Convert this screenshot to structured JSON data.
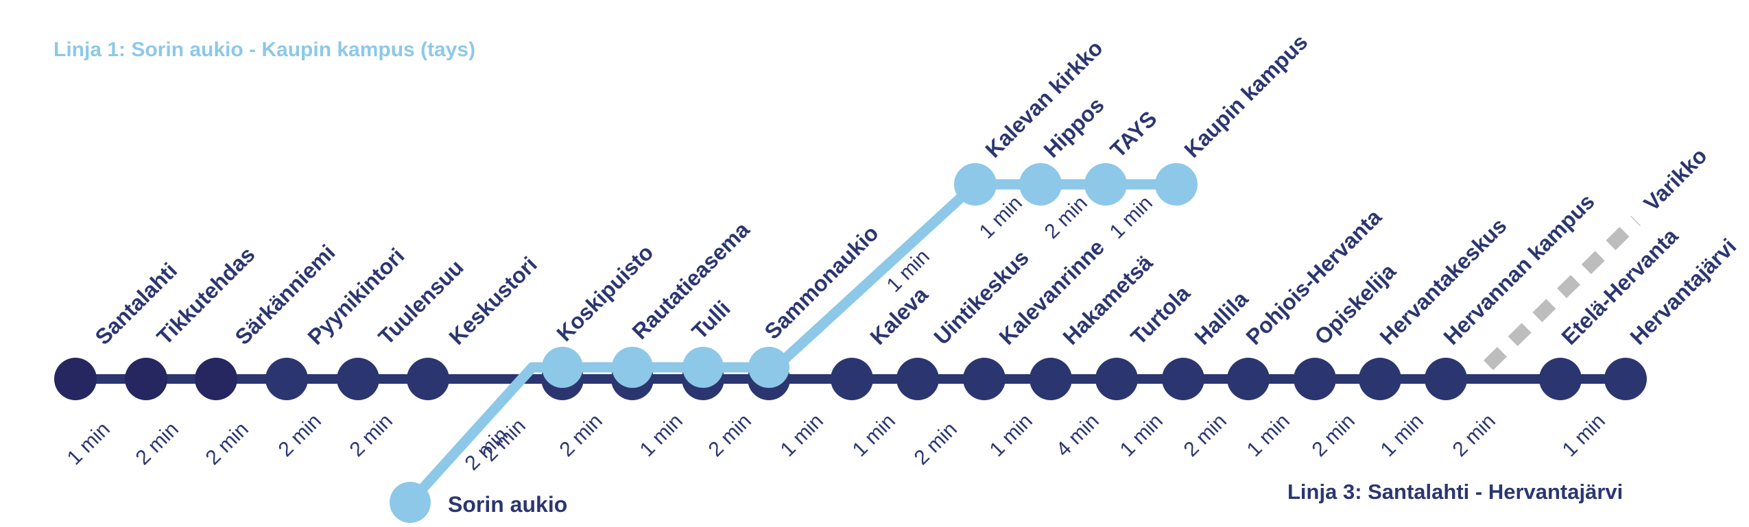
{
  "colors": {
    "line1": "#8dc8e8",
    "line3": "#2b3670",
    "line3_early": "#262660",
    "depot": "#bdbdbd"
  },
  "line1": {
    "title": "Linja 1: Sorin aukio - Kaupin kampus (tays)",
    "stops": [
      {
        "name": "Sorin aukio",
        "time_after": "2 min"
      },
      {
        "name": "Koskipuisto",
        "time_after": "2 min"
      },
      {
        "name": "Rautatieasema",
        "time_after": "1 min"
      },
      {
        "name": "Tulli",
        "time_after": "2 min"
      },
      {
        "name": "Sammonaukio",
        "time_after": "1 min"
      },
      {
        "name": "Kalevan kirkko",
        "time_after": "1 min"
      },
      {
        "name": "Hippos",
        "time_after": "2 min"
      },
      {
        "name": "TAYS",
        "time_after": "1 min"
      },
      {
        "name": "Kaupin kampus",
        "time_after": ""
      }
    ]
  },
  "line3": {
    "title": "Linja 3: Santalahti - Hervantajärvi",
    "stops": [
      {
        "name": "Santalahti",
        "time_after": "1 min"
      },
      {
        "name": "Tikkutehdas",
        "time_after": "2 min"
      },
      {
        "name": "Särkänniemi",
        "time_after": "2 min"
      },
      {
        "name": "Pyynikintori",
        "time_after": "2 min"
      },
      {
        "name": "Tuulensuu",
        "time_after": "2 min"
      },
      {
        "name": "Keskustori",
        "time_after": "2 min"
      },
      {
        "name": "Koskipuisto",
        "time_after": "2 min"
      },
      {
        "name": "Rautatieasema",
        "time_after": "1 min"
      },
      {
        "name": "Tulli",
        "time_after": "2 min"
      },
      {
        "name": "Sammonaukio",
        "time_after": "1 min"
      },
      {
        "name": "Kaleva",
        "time_after": "1 min"
      },
      {
        "name": "Uintikeskus",
        "time_after": "2 min"
      },
      {
        "name": "Kalevanrinne",
        "time_after": "1 min"
      },
      {
        "name": "Hakametsä",
        "time_after": "4 min"
      },
      {
        "name": "Turtola",
        "time_after": "1 min"
      },
      {
        "name": "Hallila",
        "time_after": "2 min"
      },
      {
        "name": "Pohjois-Hervanta",
        "time_after": "1 min"
      },
      {
        "name": "Opiskelija",
        "time_after": "2 min"
      },
      {
        "name": "Hervantakeskus",
        "time_after": "1 min"
      },
      {
        "name": "Hervannan kampus",
        "time_after": "2 min"
      },
      {
        "name": "Etelä-Hervanta",
        "time_after": "1 min"
      },
      {
        "name": "Hervantajärvi",
        "time_after": ""
      }
    ],
    "branch": {
      "name": "Varikko"
    }
  }
}
